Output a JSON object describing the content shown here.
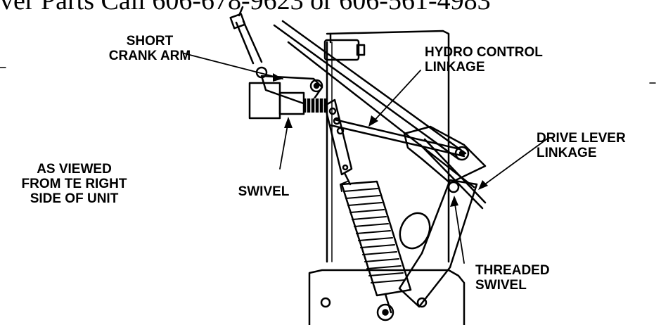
{
  "header": {
    "text": "ver Parts Call 606-678-9623 or 606-561-4983"
  },
  "labels": {
    "short_crank_arm": "SHORT\nCRANK ARM",
    "hydro_control_linkage": "HYDRO CONTROL\nLINKAGE",
    "drive_lever_linkage": "DRIVE LEVER\nLINKAGE",
    "as_viewed": "AS VIEWED\nFROM TE RIGHT\nSIDE OF UNIT",
    "swivel": "SWIVEL",
    "threaded_swivel": "THREADED\nSWIVEL"
  },
  "colors": {
    "ink": "#000000",
    "paper": "#ffffff"
  }
}
